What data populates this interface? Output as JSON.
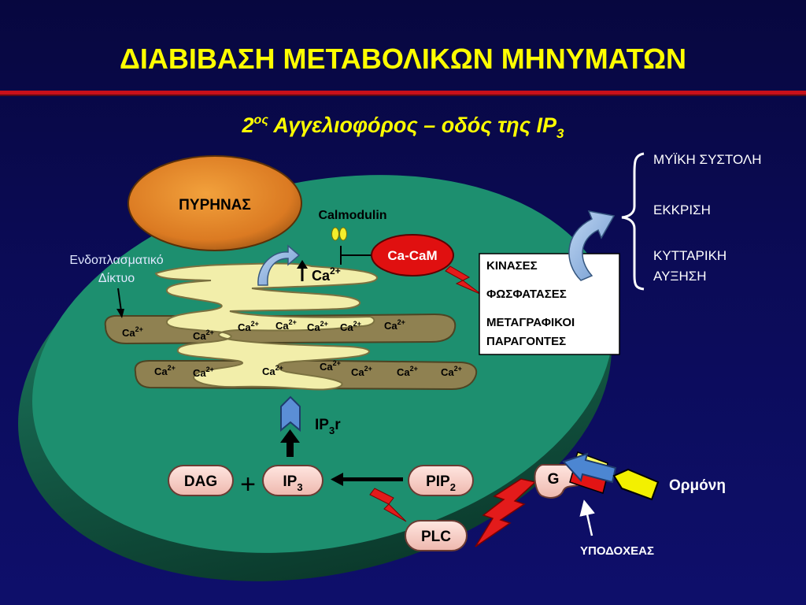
{
  "title": "ΔΙΑΒΙΒΑΣΗ ΜΕΤΑΒΟΛΙΚΩΝ ΜΗΝΥΜΑΤΩΝ",
  "subtitle": {
    "num": "2",
    "sup": "ος",
    "main": " Αγγελιοφόρος – οδός της IP",
    "sub": "3"
  },
  "nucleus": "ΠΥΡΗΝΑΣ",
  "calmodulin": "Calmodulin",
  "er_label": {
    "line1": "Ενδοπλασματικό",
    "line2": "Δίκτυο"
  },
  "ca": {
    "base": "Ca",
    "sup": "2+"
  },
  "cacam": "Ca-CaM",
  "ip3r": {
    "main": "IP",
    "sub": "3",
    "suffix": "r"
  },
  "targets_box": {
    "line1": "ΚΙΝΑΣΕΣ",
    "line2": "ΦΩΣΦΑΤΑΣΕΣ",
    "line3": "ΜΕΤΑΓΡΑΦΙΚΟΙ",
    "line4": "ΠΑΡΑΓΟΝΤΕΣ"
  },
  "effects": {
    "e1": "ΜΥΪΚΗ ΣΥΣΤΟΛΗ",
    "e2": "ΕΚΚΡΙΣΗ",
    "e3a": "ΚΥΤΤΑΡΙΚΗ",
    "e3b": "ΑΥΞΗΣΗ"
  },
  "dag": "DAG",
  "plus": "+",
  "ip3": {
    "main": "IP",
    "sub": "3"
  },
  "pip2": {
    "main": "PIP",
    "sub": "2"
  },
  "plc": "PLC",
  "g": "G",
  "hormone": "Ορμόνη",
  "receptor": "ΥΠΟΔΟΧΕΑΣ",
  "colors": {
    "background": "#0b0b57",
    "title_yellow": "#ffff00",
    "divider_red": "#c8101a",
    "cell_green": "#1d8f6f",
    "er_yellow": "#f2eeaa",
    "er_brown": "#8f8151",
    "nucleus_orange": "#e98a2b",
    "cacam_red": "#e01010",
    "pill_pink": "#f4cfc8",
    "bolt_red": "#e31b1b",
    "ip3r_blue": "#5b8ed6"
  }
}
